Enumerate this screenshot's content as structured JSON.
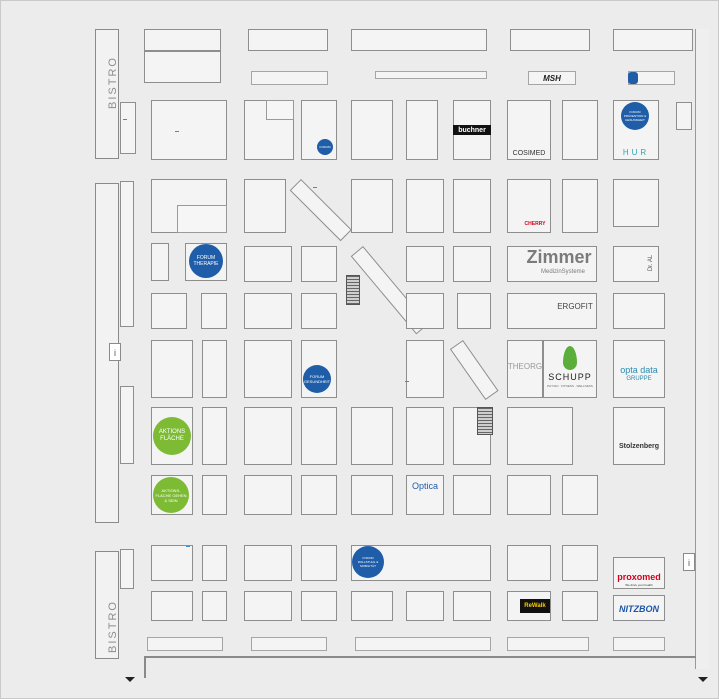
{
  "labels": {
    "bistro_top": "BISTRO",
    "bistro_bottom": "BISTRO",
    "info_symbol": "i"
  },
  "circles": {
    "forum_top_right": "FORUM PRÄVENTION & GESUNDHEIT",
    "forum_small_top": "FORUM",
    "forum_therapie": "FORUM THERAPIE",
    "forum_mid": "FORUM GESUNDHEIT",
    "forum_bottom": "FORUM ROLLSTUHL & MOBILITÄT",
    "aktion_flaeche": "AKTIONS FLÄCHE",
    "aktion_bottom": "AKTIONS-FLÄCHE GEHEN & SEIN"
  },
  "exhibitors": {
    "msh": "MSH",
    "buchner": "buchner",
    "cosimed": "COSIMED",
    "hur": "HUR",
    "zimmer": "Zimmer",
    "zimmer_sub": "MedizinSysteme",
    "ergofit": "ERGOFIT",
    "schupp": "SCHUPP",
    "schupp_sub": "PHYSIO · FITNESS · WELLNESS",
    "theorg": "THEORG",
    "optadata": "opta data",
    "optadata_sub": "GRUPPE",
    "stolzenberg": "Stolzenberg",
    "optica": "Optica",
    "proxomed": "proxomed",
    "proxomed_sub": "We drive your health",
    "nitzbon": "NITZBON",
    "revalk": "ReWalk",
    "cherry": "CHERRY",
    "dr_ali": "Dr. AL"
  },
  "colors": {
    "forum_blue": "#1f5da8",
    "aktion_green": "#7dbb34",
    "booth_number_blue": "#3b8fd1",
    "proxomed_red": "#d6001c",
    "nitzbon_blue": "#1e57a7",
    "schupp_green": "#5bae3a"
  }
}
